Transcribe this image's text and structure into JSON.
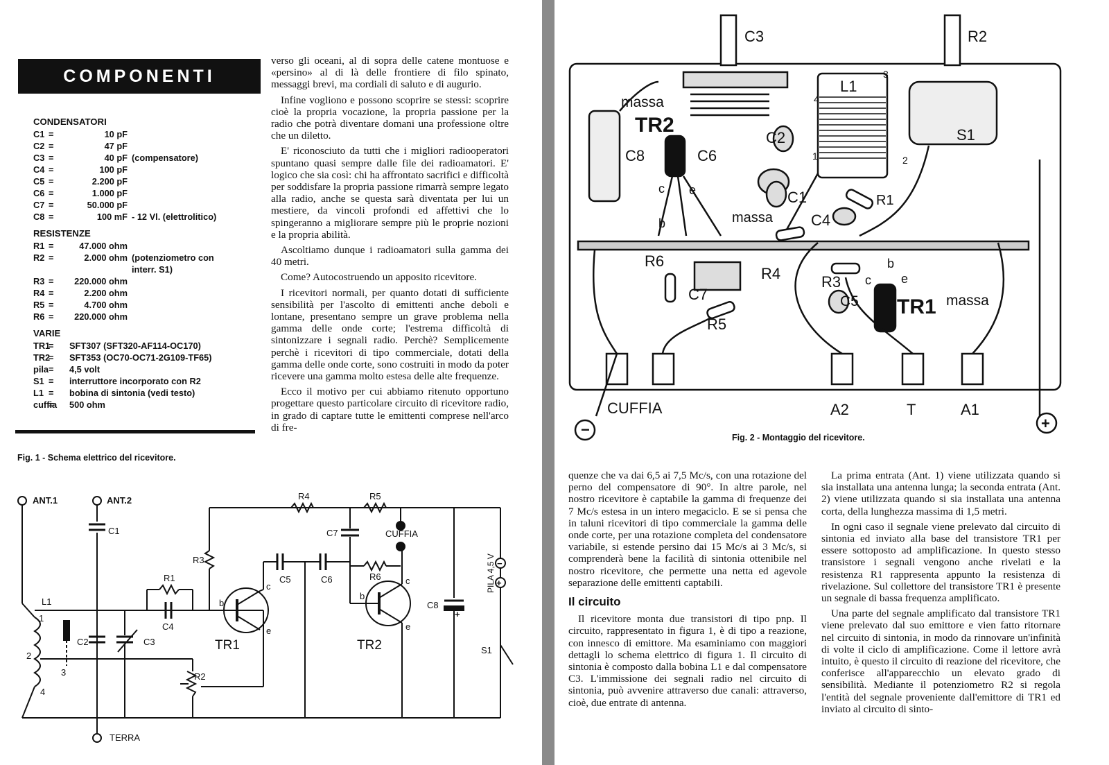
{
  "components": {
    "title": "COMPONENTI",
    "groups": [
      {
        "heading": "CONDENSATORI",
        "items": [
          [
            "C1",
            "=",
            "10 pF",
            ""
          ],
          [
            "C2",
            "=",
            "47 pF",
            ""
          ],
          [
            "C3",
            "=",
            "40 pF",
            "(compensatore)"
          ],
          [
            "C4",
            "=",
            "100 pF",
            ""
          ],
          [
            "C5",
            "=",
            "2.200 pF",
            ""
          ],
          [
            "C6",
            "=",
            "1.000 pF",
            ""
          ],
          [
            "C7",
            "=",
            "50.000 pF",
            ""
          ],
          [
            "C8",
            "=",
            "100 mF",
            "- 12 Vl. (elettrolitico)"
          ]
        ]
      },
      {
        "heading": "RESISTENZE",
        "items": [
          [
            "R1",
            "=",
            "47.000 ohm",
            ""
          ],
          [
            "R2",
            "=",
            "2.000 ohm",
            "(potenziometro con"
          ],
          [
            "",
            "",
            "",
            "interr. S1)"
          ],
          [
            "R3",
            "=",
            "220.000 ohm",
            ""
          ],
          [
            "R4",
            "=",
            "2.200 ohm",
            ""
          ],
          [
            "R5",
            "=",
            "4.700 ohm",
            ""
          ],
          [
            "R6",
            "=",
            "220.000 ohm",
            ""
          ]
        ]
      },
      {
        "heading": "VARIE",
        "items": [
          [
            "TR1",
            "=",
            "",
            "SFT307 (SFT320-AF114-OC170)"
          ],
          [
            "TR2",
            "=",
            "",
            "SFT353 (OC70-OC71-2G109-TF65)"
          ],
          [
            "pila",
            "=",
            "",
            "4,5 volt"
          ],
          [
            "S1",
            "=",
            "",
            "interruttore incorporato con R2"
          ],
          [
            "L1",
            "=",
            "",
            "bobina di sintonia (vedi testo)"
          ],
          [
            "cuffia",
            "=",
            "",
            "500 ohm"
          ]
        ]
      }
    ]
  },
  "fig1_caption": "Fig. 1 - Schema elettrico del ricevitore.",
  "fig2_caption": "Fig. 2 - Montaggio del ricevitore.",
  "schematic_labels": {
    "ant1": "ANT.1",
    "ant2": "ANT.2",
    "terra": "TERRA",
    "cuffia": "CUFFIA",
    "pila": "PILA 4,5 V",
    "minus": "−",
    "plus": "+",
    "c1": "C1",
    "c2": "C2",
    "c3": "C3",
    "c4": "C4",
    "c5": "C5",
    "c6": "C6",
    "c7": "C7",
    "c8": "C8",
    "r1": "R1",
    "r2": "R2",
    "r3": "R3",
    "r4": "R4",
    "r5": "R5",
    "r6": "R6",
    "l1": "L1",
    "tr1": "TR1",
    "tr2": "TR2",
    "s1": "S1",
    "pin1": "1",
    "pin2": "2",
    "pin3": "3",
    "pin4": "4",
    "b": "b",
    "c": "c",
    "e": "e"
  },
  "assembly_labels": {
    "c3": "C3",
    "r2": "R2",
    "massa": "massa",
    "tr2": "TR2",
    "c8": "C8",
    "c6": "C6",
    "c2": "C2",
    "l1": "L1",
    "s1": "S1",
    "c1": "C1",
    "r1": "R1",
    "c4": "C4",
    "r6": "R6",
    "c7": "C7",
    "r4": "R4",
    "r3": "R3",
    "c5": "C5",
    "tr1": "TR1",
    "r5": "R5",
    "cuffia": "CUFFIA",
    "a2": "A2",
    "t": "T",
    "a1": "A1",
    "minus": "−",
    "plus": "+",
    "n1": "1",
    "n2": "2",
    "n3": "3",
    "n4": "4",
    "b": "b",
    "c": "c",
    "e": "e"
  },
  "text_col1": [
    "verso gli oceani, al di sopra delle catene montuose e «persino» al di là delle frontiere di filo spinato, messaggi brevi, ma cordiali di saluto e di augurio.",
    "Infine vogliono e possono scoprire se stessi: scoprire cioè la propria vocazione, la propria passione per la radio che potrà diventare domani una professione oltre che un diletto.",
    "E' riconosciuto da tutti che i migliori radiooperatori spuntano quasi sempre dalle file dei radioamatori. E' logico che sia così: chi ha affrontato sacrifici e difficoltà per soddisfare la propria passione rimarrà sempre legato alla radio, anche se questa sarà diventata per lui un mestiere, da vincoli profondi ed affettivi che lo spingeranno a migliorare sempre più le proprie nozioni e la propria abilità.",
    "Ascoltiamo dunque i radioamatori sulla gamma dei 40 metri.",
    "Come? Autocostruendo un apposito ricevitore.",
    "I ricevitori normali, per quanto dotati di sufficiente sensibilità per l'ascolto di emittenti anche deboli e lontane, presentano sempre un grave problema nella gamma delle onde corte; l'estrema difficoltà di sintonizzare i segnali radio. Perchè? Semplicemente perchè i ricevitori di tipo commerciale, dotati della gamma delle onde corte, sono costruiti in modo da poter ricevere una gamma molto estesa delle alte frequenze.",
    "Ecco il motivo per cui abbiamo ritenuto opportuno progettare questo particolare circuito di ricevitore radio, in grado di captare tutte le emittenti comprese nell'arco di fre-"
  ],
  "text_col2": [
    "quenze che va dai 6,5 ai 7,5 Mc/s, con una rotazione del perno del compensatore di 90°. In altre parole, nel nostro ricevitore è captabile la gamma di frequenze dei 7 Mc/s estesa in un intero megaciclo. E se si pensa che in taluni ricevitori di tipo commerciale la gamma delle onde corte, per una rotazione completa del condensatore variabile, si estende persino dai 15 Mc/s ai 3 Mc/s, si comprenderà bene la facilità di sintonia ottenibile nel nostro ricevitore, che permette una netta ed agevole separazione delle emittenti captabili."
  ],
  "heading_circuito": "Il circuito",
  "text_col2b": [
    "Il ricevitore monta due transistori di tipo pnp. Il circuito, rappresentato in figura 1, è di tipo a reazione, con innesco di emittore. Ma esaminiamo con maggiori dettagli lo schema elettrico di figura 1. Il circuito di sintonia è composto dalla bobina L1 e dal compensatore C3. L'immissione dei segnali radio nel circuito di sintonia, può avvenire attraverso due canali: attraverso, cioè, due entrate di antenna."
  ],
  "text_col3": [
    "La prima entrata (Ant. 1) viene utilizzata quando si sia installata una antenna lunga; la seconda entrata (Ant. 2) viene utilizzata quando si sia installata una antenna corta, della lunghezza massima di 1,5 metri.",
    "In ogni caso il segnale viene prelevato dal circuito di sintonia ed inviato alla base del transistore TR1 per essere sottoposto ad amplificazione. In questo stesso transistore i segnali vengono anche rivelati e la resistenza R1 rappresenta appunto la resistenza di rivelazione. Sul collettore del transistore TR1 è presente un segnale di bassa frequenza amplificato.",
    "Una parte del segnale amplificato dal transistore TR1 viene prelevato dal suo emittore e vien fatto ritornare nel circuito di sintonia, in modo da rinnovare un'infinità di volte il ciclo di amplificazione. Come il lettore avrà intuito, è questo il circuito di reazione del ricevitore, che conferisce all'apparecchio un elevato grado di sensibilità. Mediante il potenziometro R2 si regola l'entità del segnale proveniente dall'emittore di TR1 ed inviato al circuito di sinto-"
  ]
}
